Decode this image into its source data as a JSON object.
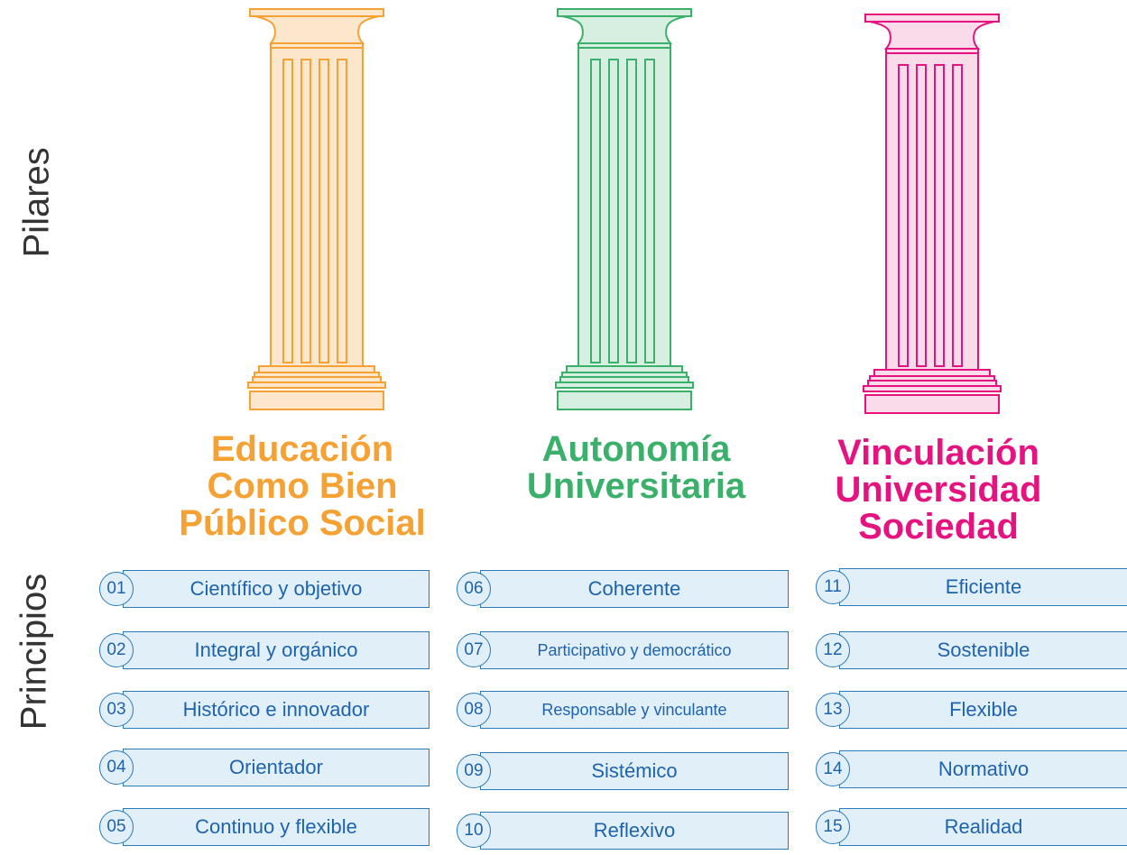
{
  "side_labels": {
    "top": "Pilares",
    "bottom": "Principios"
  },
  "colors": {
    "orange": "#f5a133",
    "green": "#3ab06a",
    "magenta": "#e5137f",
    "principle_text": "#1f63ad",
    "principle_fill": "#e0eff8"
  },
  "pillars": [
    {
      "title_lines": [
        "Educación",
        "Como Bien",
        "Público Social"
      ],
      "color": "#f5a133"
    },
    {
      "title_lines": [
        "Autonomía",
        "Universitaria"
      ],
      "color": "#3ab06a"
    },
    {
      "title_lines": [
        "Vinculación",
        "Universidad",
        "Sociedad"
      ],
      "color": "#e5137f"
    }
  ],
  "principles": [
    [
      {
        "num": "01",
        "label": "Científico y objetivo"
      },
      {
        "num": "02",
        "label": "Integral y orgánico"
      },
      {
        "num": "03",
        "label": "Histórico e innovador"
      },
      {
        "num": "04",
        "label": "Orientador"
      },
      {
        "num": "05",
        "label": "Continuo y flexible"
      }
    ],
    [
      {
        "num": "06",
        "label": "Coherente"
      },
      {
        "num": "07",
        "label": "Participativo y democrático"
      },
      {
        "num": "08",
        "label": "Responsable y vinculante"
      },
      {
        "num": "09",
        "label": "Sistémico"
      },
      {
        "num": "10",
        "label": "Reflexivo"
      }
    ],
    [
      {
        "num": "11",
        "label": "Eficiente"
      },
      {
        "num": "12",
        "label": "Sostenible"
      },
      {
        "num": "13",
        "label": "Flexible"
      },
      {
        "num": "14",
        "label": "Normativo"
      },
      {
        "num": "15",
        "label": "Realidad"
      }
    ]
  ]
}
